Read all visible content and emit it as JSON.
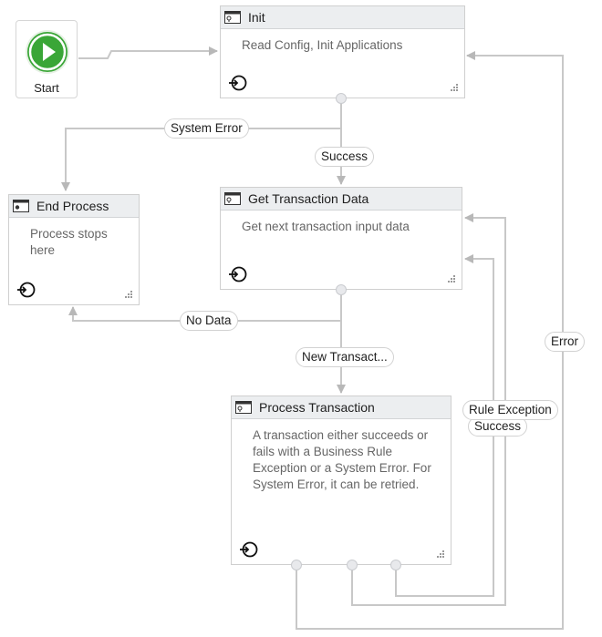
{
  "start": {
    "label": "Start"
  },
  "nodes": {
    "init": {
      "title": "Init",
      "description": "Read Config, Init Applications"
    },
    "end_process": {
      "title": "End Process",
      "description": "Process stops here"
    },
    "get_transaction": {
      "title": "Get Transaction Data",
      "description": "Get next transaction input data"
    },
    "process_transaction": {
      "title": "Process Transaction",
      "description": "A transaction either succeeds or fails with a Business Rule Exception or a System Error. For System Error, it can be retried."
    }
  },
  "edges": {
    "system_error": "System Error",
    "success_init": "Success",
    "no_data": "No Data",
    "new_transaction": "New Transact...",
    "rule_exception": "Rule Exception",
    "success_process": "Success",
    "error": "Error"
  },
  "colors": {
    "connector": "#c8c8c8",
    "start_green": "#3aa637",
    "header_bg": "#eceef0"
  }
}
